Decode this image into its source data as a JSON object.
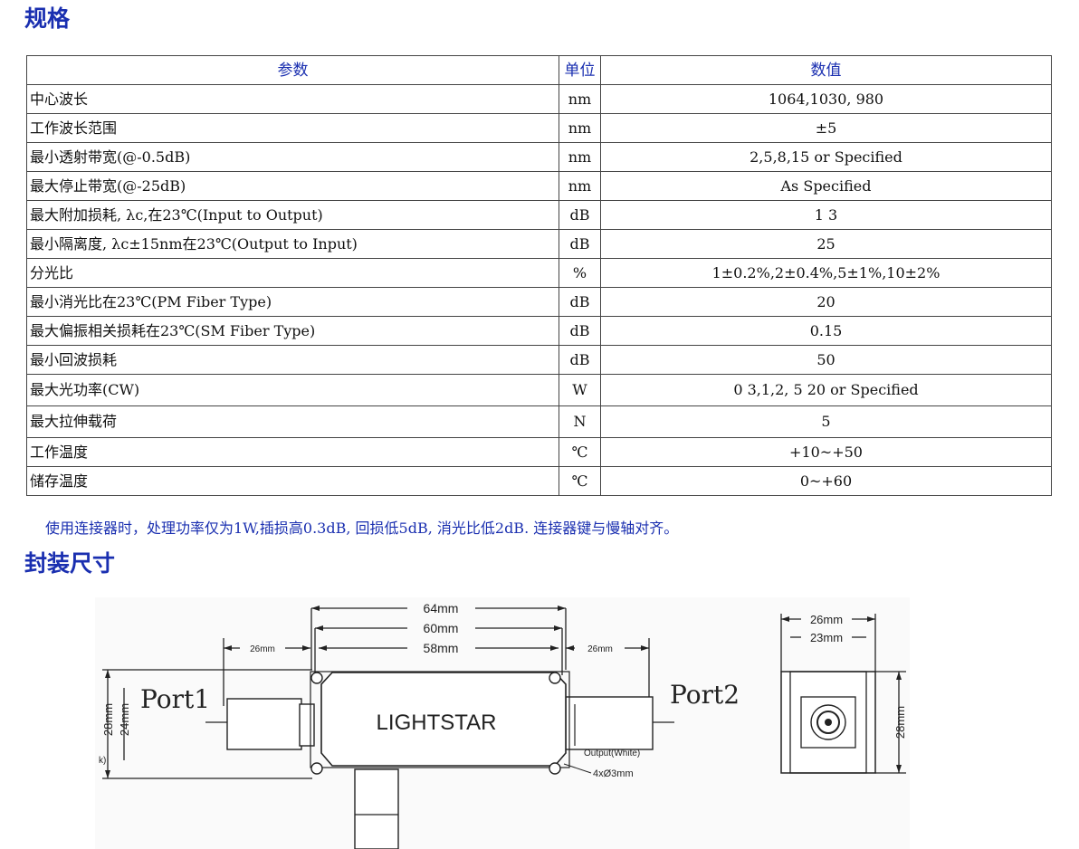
{
  "spec_title": "规格",
  "package_title": "封装尺寸",
  "table": {
    "headers": [
      "参数",
      "单位",
      "数值"
    ],
    "rows": [
      {
        "param": "中心波长",
        "unit": "nm",
        "value": "1064,1030, 980"
      },
      {
        "param": "工作波长范围",
        "unit": "nm",
        "value": "±5"
      },
      {
        "param": "最小透射带宽(@-0.5dB)",
        "unit": "nm",
        "value": "2,5,8,15 or Specified"
      },
      {
        "param": "最大停止带宽(@-25dB)",
        "unit": "nm",
        "value": "As Specified"
      },
      {
        "param": "最大附加损耗, λc,在23℃(Input to Output)",
        "unit": "dB",
        "value": "1 3"
      },
      {
        "param": "最小隔离度, λc±15nm在23℃(Output to Input)",
        "unit": "dB",
        "value": "25"
      },
      {
        "param": "分光比",
        "unit": "%",
        "value": "1±0.2%,2±0.4%,5±1%,10±2%"
      },
      {
        "param": "最小消光比在23℃(PM Fiber Type)",
        "unit": "dB",
        "value": "20"
      },
      {
        "param": "最大偏振相关损耗在23℃(SM Fiber Type)",
        "unit": "dB",
        "value": "0.15"
      },
      {
        "param": "最小回波损耗",
        "unit": "dB",
        "value": "50"
      },
      {
        "param": "最大光功率(CW)",
        "unit": "W",
        "value": "0 3,1,2, 5 20 or Specified"
      },
      {
        "param": "最大拉伸载荷",
        "unit": "N",
        "value": "5"
      },
      {
        "param": "工作温度",
        "unit": "℃",
        "value": "+10~+50"
      },
      {
        "param": "储存温度",
        "unit": "℃",
        "value": "0~+60"
      }
    ]
  },
  "note": "使用连接器时，处理功率仅为1W,插损高0.3dB, 回损低5dB, 消光比低2dB. 连接器键与慢轴对齐。",
  "drawing": {
    "dim_64": "64mm",
    "dim_60": "60mm",
    "dim_58": "58mm",
    "dim_26_left": "26mm",
    "dim_26_right": "26mm",
    "dim_28_left": "28mm",
    "dim_24_left": "24mm",
    "port1": "Port1",
    "port2": "Port2",
    "brand": "LIGHTSTAR",
    "output_label": "Output(White)",
    "holes_label": "4xØ3mm",
    "partial_label": "k)",
    "side_26": "26mm",
    "side_23": "23mm",
    "side_28": "28mm"
  }
}
